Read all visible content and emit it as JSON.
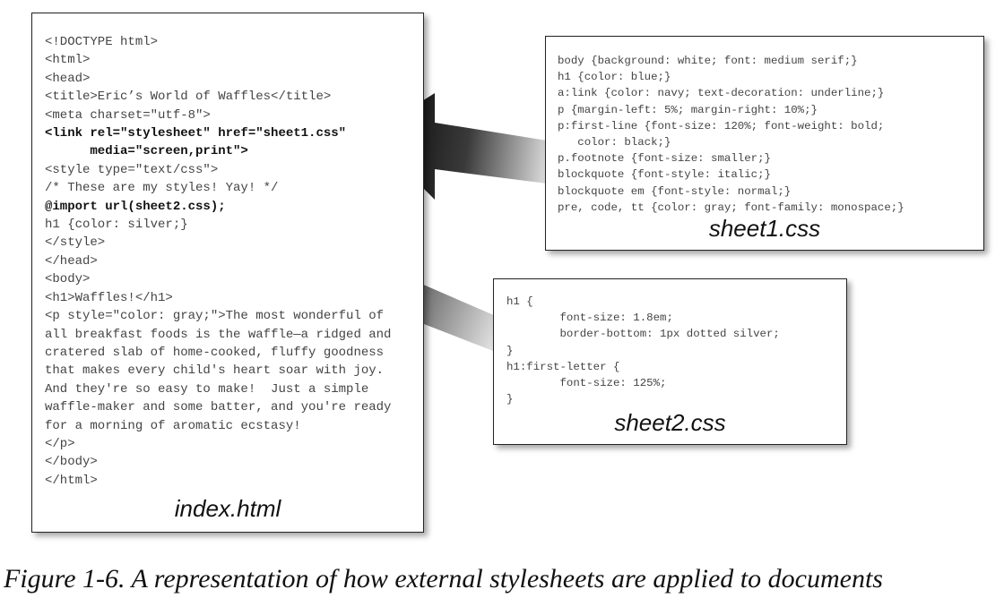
{
  "index": {
    "label": "index.html",
    "lines": [
      {
        "text": "<!DOCTYPE html>",
        "bold": false
      },
      {
        "text": "<html>",
        "bold": false
      },
      {
        "text": "<head>",
        "bold": false
      },
      {
        "text": "<title>Eric’s World of Waffles</title>",
        "bold": false
      },
      {
        "text": "<meta charset=\"utf-8\">",
        "bold": false
      },
      {
        "text": "<link rel=\"stylesheet\" href=\"sheet1.css\"",
        "bold": true
      },
      {
        "text": "      media=\"screen,print\">",
        "bold": true
      },
      {
        "text": "<style type=\"text/css\">",
        "bold": false
      },
      {
        "text": "/* These are my styles! Yay! */",
        "bold": false
      },
      {
        "text": "@import url(sheet2.css);",
        "bold": true
      },
      {
        "text": "h1 {color: silver;}",
        "bold": false
      },
      {
        "text": "</style>",
        "bold": false
      },
      {
        "text": "</head>",
        "bold": false
      },
      {
        "text": "<body>",
        "bold": false
      },
      {
        "text": "<h1>Waffles!</h1>",
        "bold": false
      },
      {
        "text": "<p style=\"color: gray;\">The most wonderful of",
        "bold": false
      },
      {
        "text": "all breakfast foods is the waffle—a ridged and",
        "bold": false
      },
      {
        "text": "cratered slab of home-cooked, fluffy goodness",
        "bold": false
      },
      {
        "text": "that makes every child's heart soar with joy.",
        "bold": false
      },
      {
        "text": "And they're so easy to make!  Just a simple",
        "bold": false
      },
      {
        "text": "waffle-maker and some batter, and you're ready",
        "bold": false
      },
      {
        "text": "for a morning of aromatic ecstasy!",
        "bold": false
      },
      {
        "text": "</p>",
        "bold": false
      },
      {
        "text": "</body>",
        "bold": false
      },
      {
        "text": "</html>",
        "bold": false
      }
    ]
  },
  "sheet1": {
    "label": "sheet1.css",
    "lines": [
      "body {background: white; font: medium serif;}",
      "h1 {color: blue;}",
      "a:link {color: navy; text-decoration: underline;}",
      "p {margin-left: 5%; margin-right: 10%;}",
      "p:first-line {font-size: 120%; font-weight: bold;",
      "   color: black;}",
      "p.footnote {font-size: smaller;}",
      "blockquote {font-style: italic;}",
      "blockquote em {font-style: normal;}",
      "pre, code, tt {color: gray; font-family: monospace;}"
    ]
  },
  "sheet2": {
    "label": "sheet2.css",
    "lines": [
      "h1 {",
      "        font-size: 1.8em;",
      "        border-bottom: 1px dotted silver;",
      "}",
      "h1:first-letter {",
      "        font-size: 125%;",
      "}"
    ]
  },
  "caption": "Figure 1-6. A representation of how external stylesheets are applied to documents",
  "colors": {
    "arrow_dark": "#000000",
    "arrow_light": "#d0d0d0",
    "code_text": "#444444",
    "bold_text": "#111111",
    "border": "#222222"
  }
}
